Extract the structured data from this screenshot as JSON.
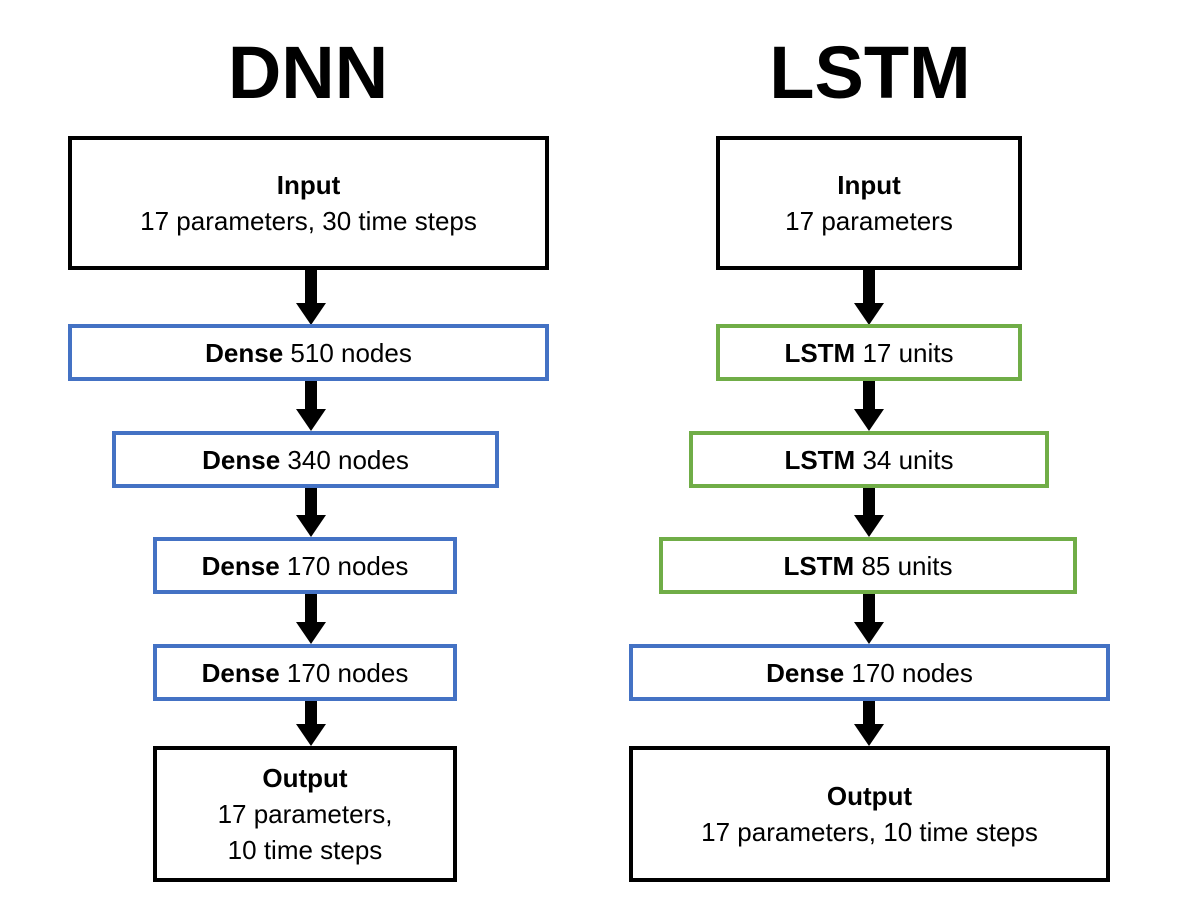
{
  "dnn": {
    "title": "DNN",
    "input": {
      "head": "Input",
      "detail": "17 parameters, 30 time steps"
    },
    "layers": [
      {
        "type": "Dense",
        "size": "510 nodes"
      },
      {
        "type": "Dense",
        "size": "340 nodes"
      },
      {
        "type": "Dense",
        "size": "170 nodes"
      },
      {
        "type": "Dense",
        "size": "170 nodes"
      }
    ],
    "output": {
      "head": "Output",
      "detail_line1": "17 parameters,",
      "detail_line2": "10 time steps"
    }
  },
  "lstm": {
    "title": "LSTM",
    "input": {
      "head": "Input",
      "detail": "17 parameters"
    },
    "layers": [
      {
        "type": "LSTM",
        "size": "17 units"
      },
      {
        "type": "LSTM",
        "size": "34 units"
      },
      {
        "type": "LSTM",
        "size": "85 units"
      },
      {
        "type": "Dense",
        "size": "170 nodes"
      }
    ],
    "output": {
      "head": "Output",
      "detail": "17 parameters, 10 time steps"
    }
  },
  "colors": {
    "dense_border": "#4472c4",
    "lstm_border": "#70ad47",
    "io_border": "#000000"
  }
}
